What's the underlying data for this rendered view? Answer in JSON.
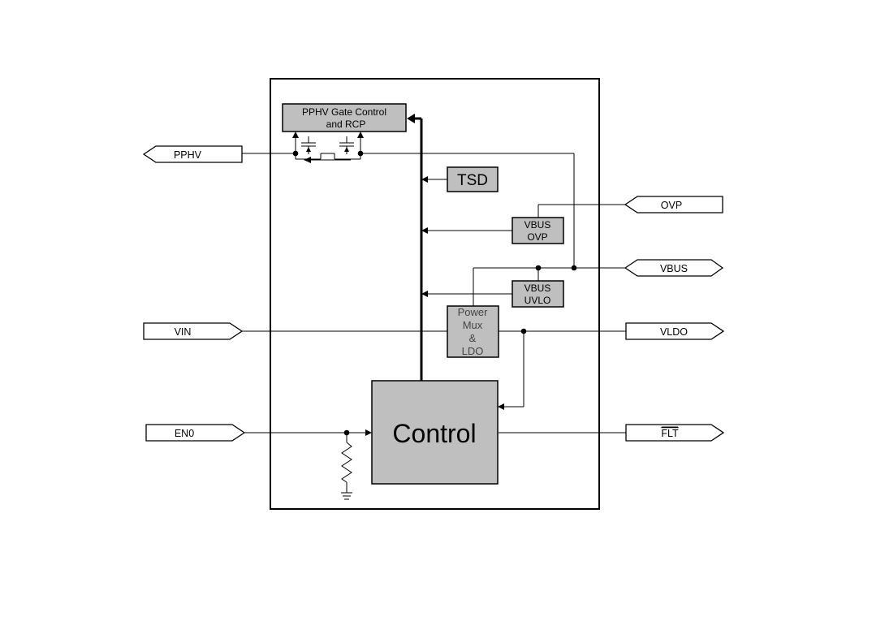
{
  "blocks": {
    "gate_control": {
      "line1": "PPHV Gate Control",
      "line2": "and RCP"
    },
    "tsd": "TSD",
    "vbus_ovp": {
      "line1": "VBUS",
      "line2": "OVP"
    },
    "vbus_uvlo": {
      "line1": "VBUS",
      "line2": "UVLO"
    },
    "power_mux": {
      "line1": "Power",
      "line2": "Mux",
      "line3": "&",
      "line4": "LDO"
    },
    "control": "Control"
  },
  "pins": {
    "pphv": "PPHV",
    "vin": "VIN",
    "en0": "EN0",
    "ovp": "OVP",
    "vbus": "VBUS",
    "vldo": "VLDO",
    "flt": "FLT"
  },
  "colors": {
    "block_fill": "#bfbfbf",
    "outline": "#000000",
    "background": "#ffffff"
  }
}
